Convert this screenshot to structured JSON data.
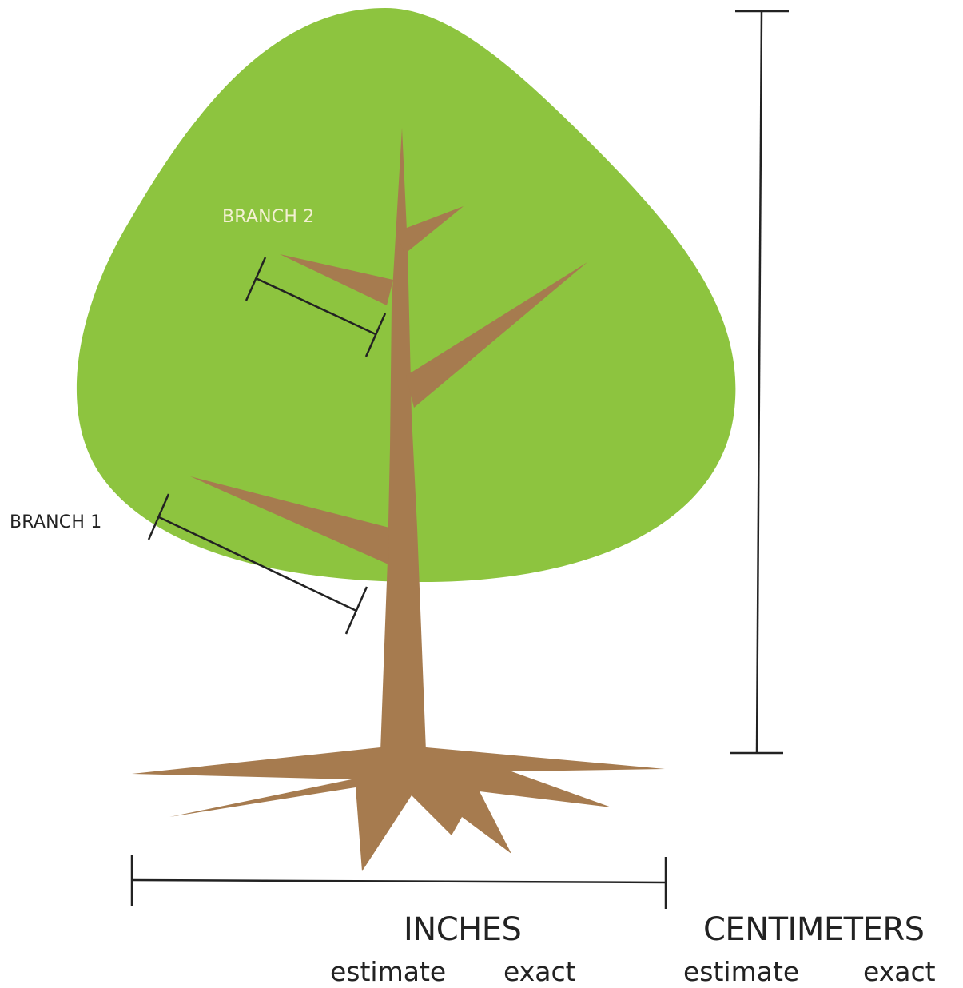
{
  "labels": {
    "branch_1": "BRANCH 1",
    "branch_2": "BRANCH 2"
  },
  "measurement_table": {
    "inches": {
      "heading": "INCHES",
      "estimate": "estimate",
      "exact": "exact"
    },
    "centimeters": {
      "heading": "CENTIMETERS",
      "estimate": "estimate",
      "exact": "exact"
    }
  },
  "colors": {
    "canopy": "#8dc43f",
    "trunk": "#a67b4f",
    "measure_line": "#222222",
    "branch_2_label": "#f3f0d2",
    "text": "#222222",
    "background": "#ffffff"
  }
}
